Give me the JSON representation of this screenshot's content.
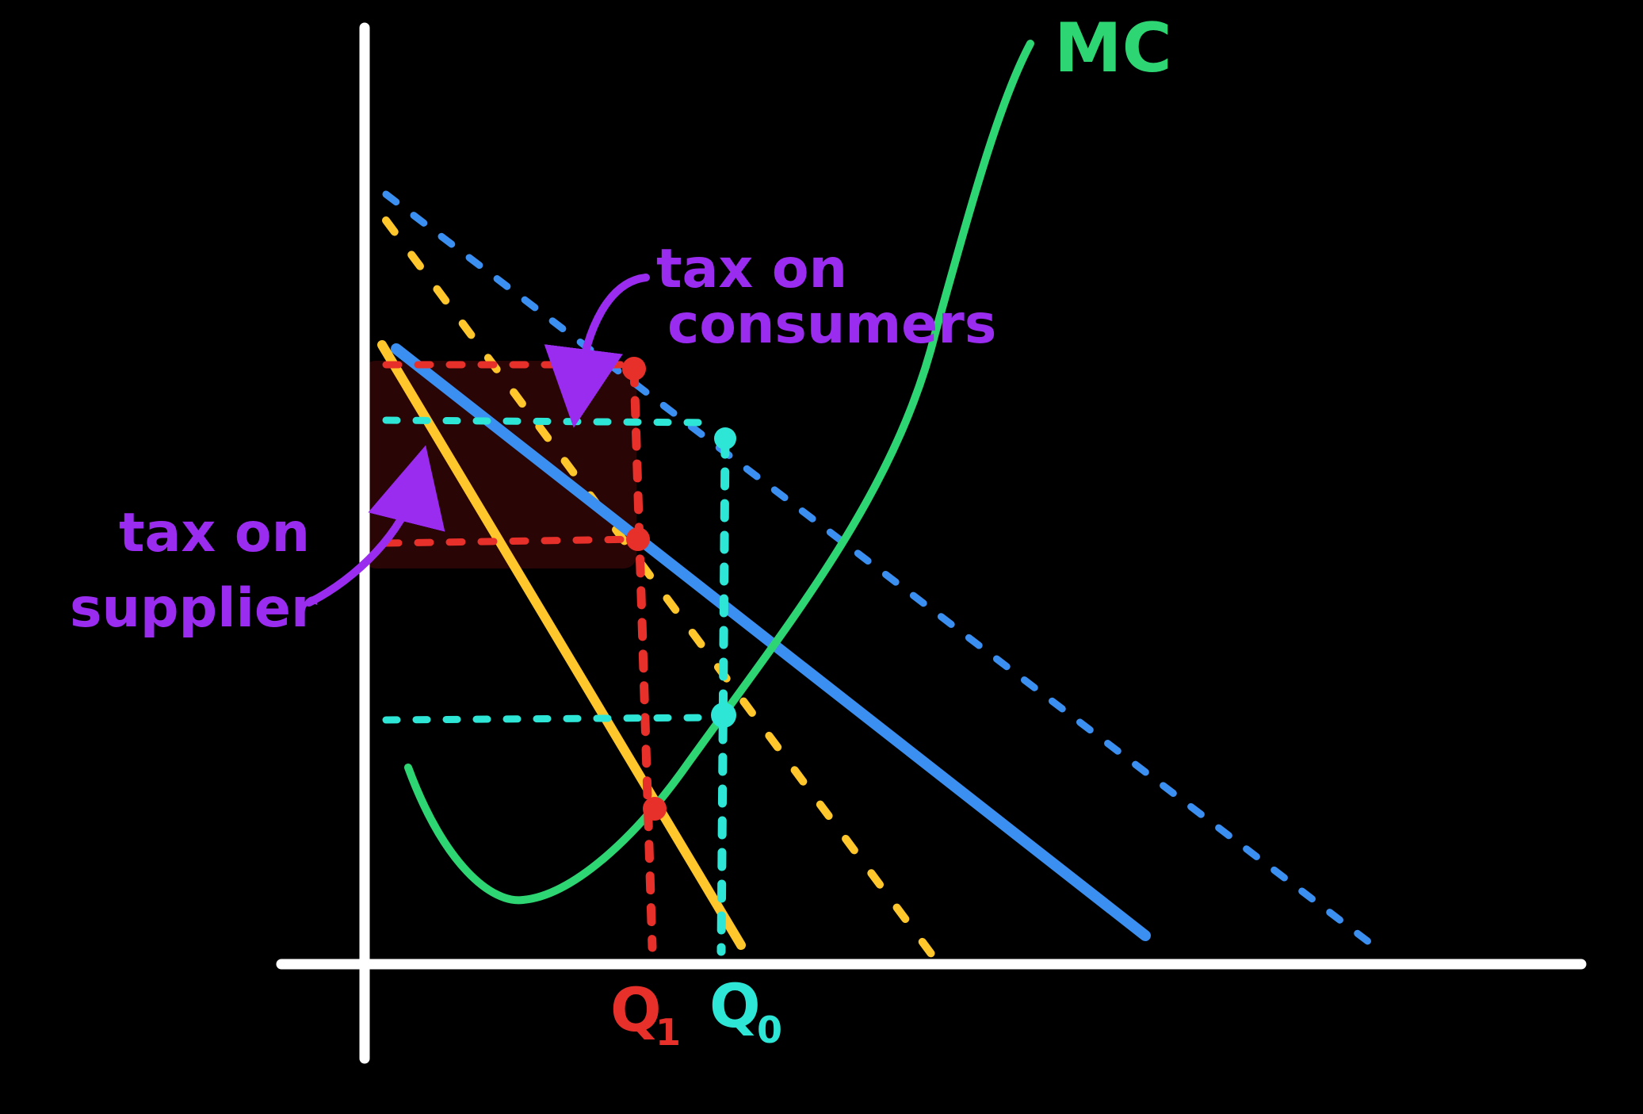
{
  "labels": {
    "mc": "MC",
    "tax_on_consumers_line1": "tax on",
    "tax_on_consumers_line2": "consumers",
    "tax_on_supplier_line1": "tax on",
    "tax_on_supplier_line2": "supplier",
    "q1": "Q",
    "q1_sub": "1",
    "q0": "Q",
    "q0_sub": "0"
  },
  "colors": {
    "background": "#000000",
    "axes": "#ffffff",
    "mc": "#2ed573",
    "demand": "#3b8ff0",
    "marginal_revenue": "#ffc72c",
    "tax_equilibrium": "#e8302a",
    "no_tax_equilibrium": "#2ee6d6",
    "annotation": "#9a2cf0",
    "tax_region": "#2a0505"
  }
}
